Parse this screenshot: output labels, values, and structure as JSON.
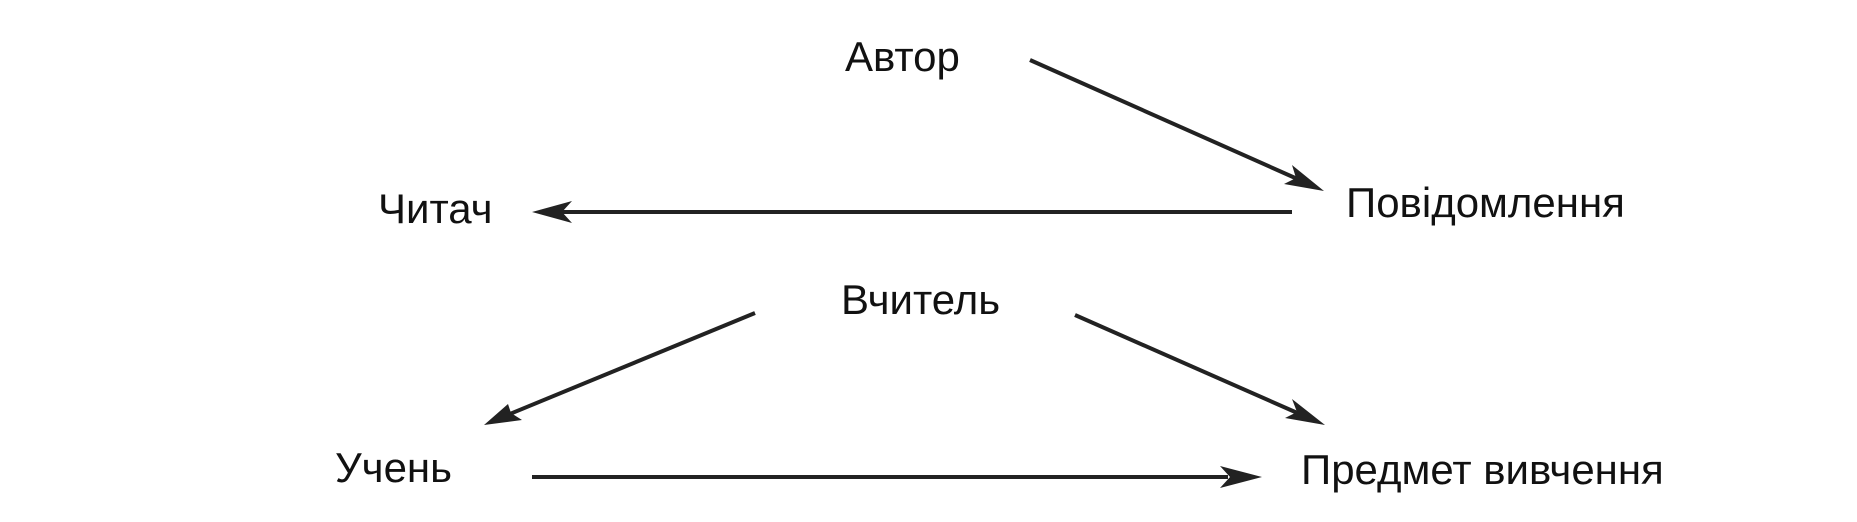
{
  "diagram": {
    "nodes": {
      "author": "Автор",
      "message": "Повідомлення",
      "reader": "Читач",
      "teacher": "Вчитель",
      "student": "Учень",
      "subject": "Предмет вивчення"
    },
    "edges": [
      {
        "from": "author",
        "to": "message"
      },
      {
        "from": "message",
        "to": "reader"
      },
      {
        "from": "teacher",
        "to": "student"
      },
      {
        "from": "teacher",
        "to": "subject"
      },
      {
        "from": "student",
        "to": "subject"
      }
    ],
    "colors": {
      "stroke": "#222222",
      "text": "#111111"
    }
  }
}
